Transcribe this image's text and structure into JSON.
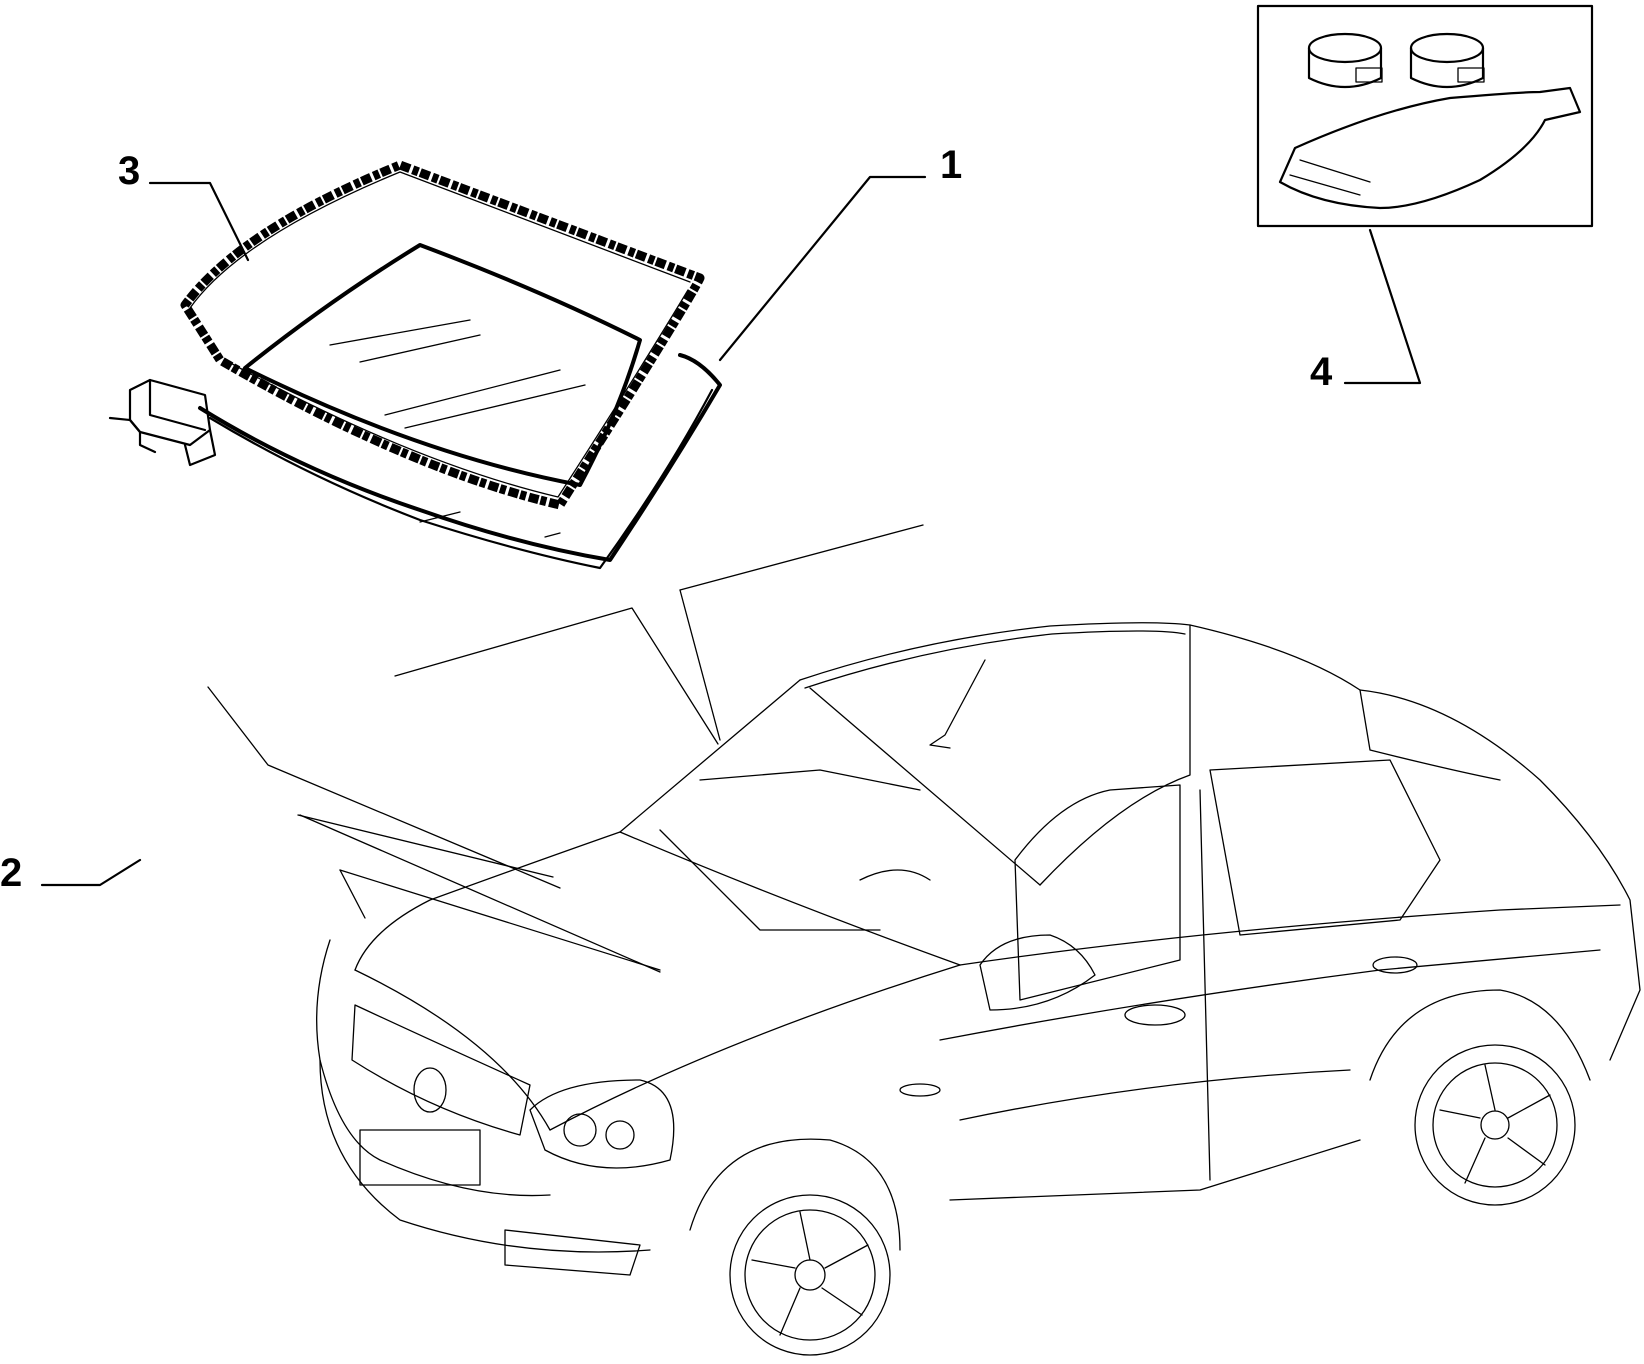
{
  "callouts": [
    {
      "id": "1",
      "label": "1",
      "part": "windscreen-glass"
    },
    {
      "id": "2",
      "label": "2",
      "part": "mirror-bracket"
    },
    {
      "id": "3",
      "label": "3",
      "part": "windscreen-seal"
    },
    {
      "id": "4",
      "label": "4",
      "part": "adhesive-kit"
    }
  ],
  "colors": {
    "line": "#000000",
    "background": "#ffffff"
  }
}
